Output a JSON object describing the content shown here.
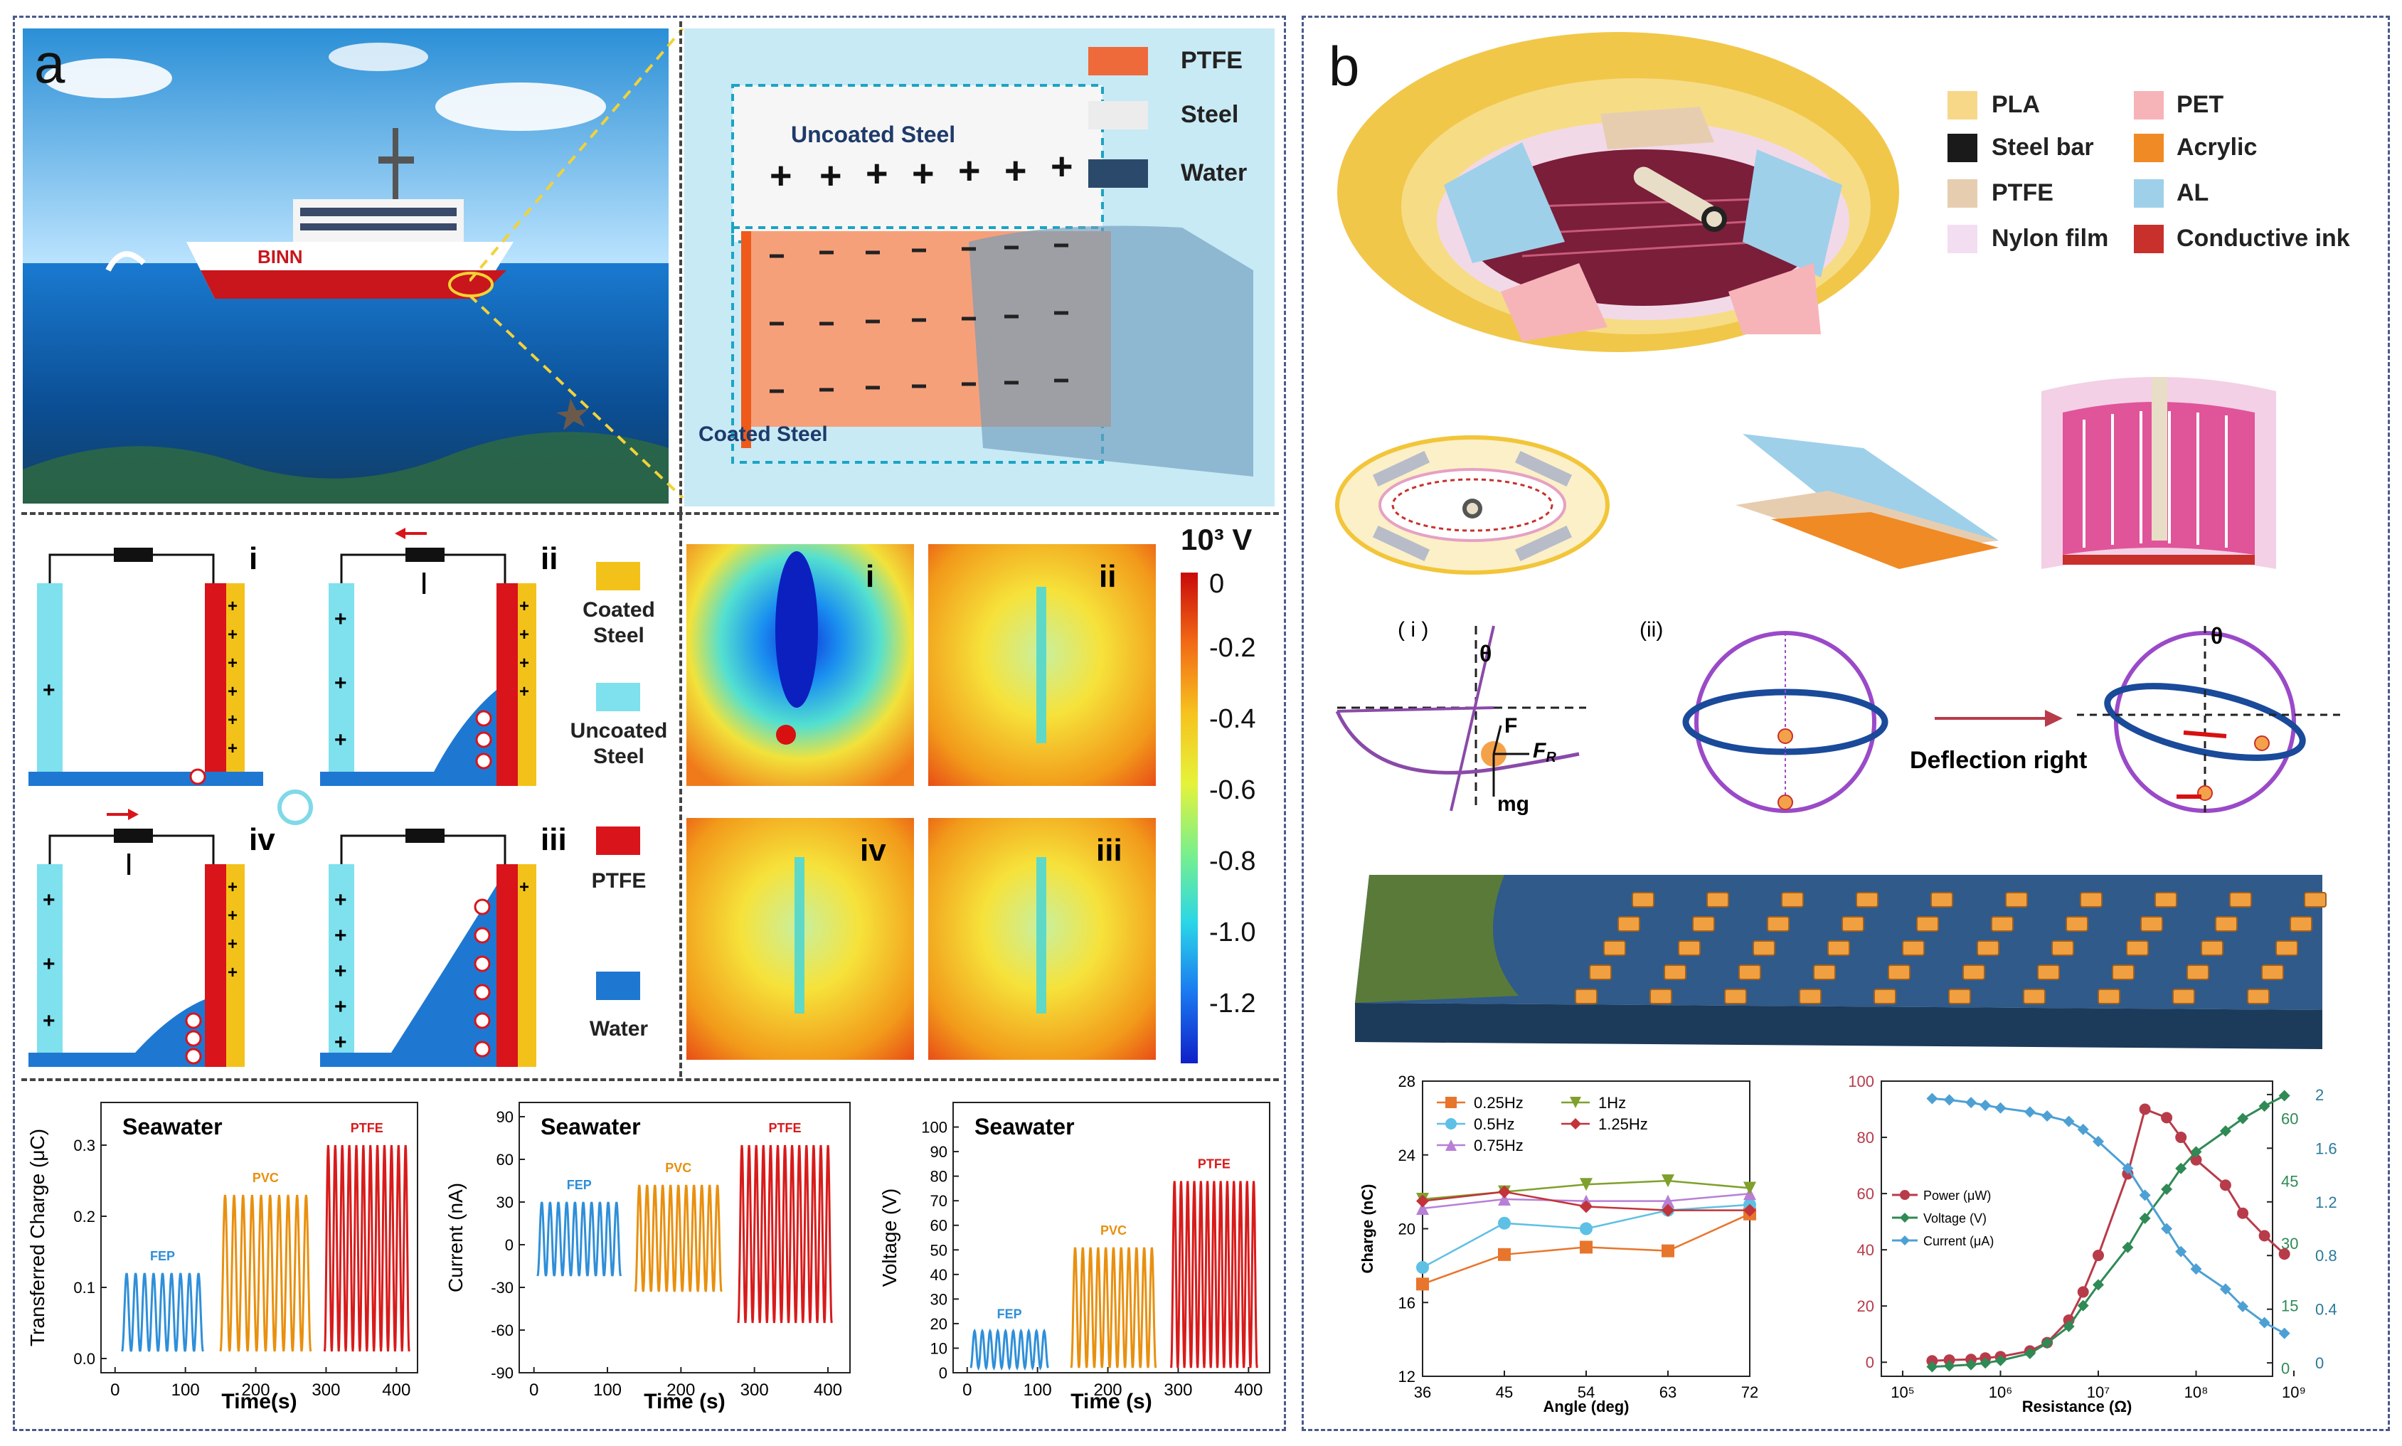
{
  "panel_a": {
    "label": "a",
    "ship_name": "BINN",
    "schematic": {
      "uncoated_label": "Uncoated Steel",
      "coated_label": "Coated Steel",
      "legend": [
        {
          "name": "PTFE",
          "color": "#ef6a3a"
        },
        {
          "name": "Steel",
          "color": "#ececec"
        },
        {
          "name": "Water",
          "color": "#2b4a6b"
        }
      ]
    },
    "cycle": {
      "stages": [
        "i",
        "ii",
        "iv",
        "iii"
      ],
      "current_label": "I",
      "legend": [
        {
          "name": "Coated Steel",
          "color": "#f3c21a"
        },
        {
          "name": "Uncoated Steel",
          "color": "#7fe0ee"
        },
        {
          "name": "PTFE",
          "color": "#d9141b"
        },
        {
          "name": "Water",
          "color": "#1e78d2"
        }
      ]
    },
    "potential_maps": {
      "stages": [
        "i",
        "ii",
        "iv",
        "iii"
      ],
      "colorbar_title": "10³ V",
      "colorbar_ticks": [
        "0",
        "-0.2",
        "-0.4",
        "-0.6",
        "-0.8",
        "-1.0",
        "-1.2"
      ]
    },
    "label_seawater": "Seawater"
  },
  "panel_b": {
    "label": "b",
    "legend": [
      {
        "name": "PLA",
        "color": "#f7d889"
      },
      {
        "name": "PET",
        "color": "#f6b4b9"
      },
      {
        "name": "Steel bar",
        "color": "#1a1a1a"
      },
      {
        "name": "Acrylic",
        "color": "#f08a24"
      },
      {
        "name": "PTFE",
        "color": "#e7cdb0"
      },
      {
        "name": "AL",
        "color": "#9fd0ea"
      },
      {
        "name": "Nylon film",
        "color": "#f3def1"
      },
      {
        "name": "Conductive ink",
        "color": "#c8302c"
      }
    ],
    "pendulum": {
      "label_i": "( i )",
      "label_ii": "(ii)",
      "theta": "θ",
      "force_f": "F",
      "force_fr": "F",
      "force_fr_sub": "R",
      "force_mg": "mg",
      "deflection": "Deflection right"
    }
  },
  "chart_data": [
    {
      "type": "line",
      "title": "",
      "annotation": "Seawater",
      "xlabel": "Time(s)",
      "ylabel": "Transferred Charge (μC)",
      "xlim": [
        -20,
        430
      ],
      "ylim": [
        -0.02,
        0.36
      ],
      "xticks": [
        "0",
        "100",
        "200",
        "300",
        "400"
      ],
      "yticks": [
        "0.0",
        "0.1",
        "0.2",
        "0.3"
      ],
      "series": [
        {
          "name": "FEP",
          "color": "#2f8fd8",
          "x_start": 10,
          "x_end": 125,
          "min": 0.01,
          "max": 0.12,
          "cycles": 9
        },
        {
          "name": "PVC",
          "color": "#e8900f",
          "x_start": 150,
          "x_end": 278,
          "min": 0.01,
          "max": 0.23,
          "cycles": 10
        },
        {
          "name": "PTFE",
          "color": "#d81b1b",
          "x_start": 298,
          "x_end": 418,
          "min": 0.01,
          "max": 0.3,
          "cycles": 12
        }
      ]
    },
    {
      "type": "line",
      "title": "",
      "annotation": "Seawater",
      "xlabel": "Time (s)",
      "ylabel": "Current (nA)",
      "xlim": [
        -20,
        430
      ],
      "ylim": [
        -90,
        100
      ],
      "xticks": [
        "0",
        "100",
        "200",
        "300",
        "400"
      ],
      "yticks": [
        "-90",
        "-60",
        "-30",
        "0",
        "30",
        "60",
        "90"
      ],
      "series": [
        {
          "name": "FEP",
          "color": "#2f8fd8",
          "x_start": 5,
          "x_end": 118,
          "min": -22,
          "max": 30,
          "cycles": 10
        },
        {
          "name": "PVC",
          "color": "#e8900f",
          "x_start": 138,
          "x_end": 255,
          "min": -33,
          "max": 42,
          "cycles": 11
        },
        {
          "name": "PTFE",
          "color": "#d81b1b",
          "x_start": 278,
          "x_end": 405,
          "min": -55,
          "max": 70,
          "cycles": 13
        }
      ]
    },
    {
      "type": "line",
      "title": "",
      "annotation": "Seawater",
      "xlabel": "Time (s)",
      "ylabel": "Voltage (V)",
      "xlim": [
        -20,
        430
      ],
      "ylim": [
        0,
        110
      ],
      "xticks": [
        "0",
        "100",
        "200",
        "300",
        "400"
      ],
      "yticks": [
        "0",
        "10",
        "20",
        "30",
        "40",
        "50",
        "60",
        "70",
        "80",
        "90",
        "100"
      ],
      "series": [
        {
          "name": "FEP",
          "color": "#2f8fd8",
          "x_start": 5,
          "x_end": 115,
          "min": 2,
          "max": 17,
          "cycles": 10
        },
        {
          "name": "PVC",
          "color": "#e8900f",
          "x_start": 148,
          "x_end": 268,
          "min": 2,
          "max": 51,
          "cycles": 11
        },
        {
          "name": "PTFE",
          "color": "#d81b1b",
          "x_start": 290,
          "x_end": 412,
          "min": 2,
          "max": 78,
          "cycles": 13
        }
      ]
    },
    {
      "type": "line",
      "title": "",
      "xlabel": "Angle (deg)",
      "ylabel": "Charge (nC)",
      "x": [
        36,
        45,
        54,
        63,
        72
      ],
      "xlim": [
        36,
        72
      ],
      "ylim": [
        12,
        28
      ],
      "yticks": [
        "12",
        "16",
        "20",
        "24",
        "28"
      ],
      "legend_placement": "top-left",
      "series": [
        {
          "name": "0.25Hz",
          "color": "#e8752c",
          "marker": "square",
          "values": [
            17.0,
            18.6,
            19.0,
            18.8,
            20.8
          ]
        },
        {
          "name": "0.5Hz",
          "color": "#5ec0e4",
          "marker": "circle",
          "values": [
            17.9,
            20.3,
            20.0,
            21.0,
            21.3
          ]
        },
        {
          "name": "0.75Hz",
          "color": "#b77fd6",
          "marker": "triangle-up",
          "values": [
            21.1,
            21.6,
            21.5,
            21.5,
            21.9
          ]
        },
        {
          "name": "1Hz",
          "color": "#7fa02c",
          "marker": "triangle-down",
          "values": [
            21.6,
            22.0,
            22.4,
            22.6,
            22.2
          ]
        },
        {
          "name": "1.25Hz",
          "color": "#c2333a",
          "marker": "diamond",
          "values": [
            21.5,
            22.0,
            21.2,
            21.0,
            21.0
          ]
        }
      ]
    },
    {
      "type": "line",
      "title": "",
      "xlabel": "Resistance (Ω)",
      "ylabel": "",
      "x_scale": "log",
      "xlim": [
        100000,
        1000000000
      ],
      "xticks": [
        "10⁵",
        "10⁶",
        "10⁷",
        "10⁸",
        "10⁹"
      ],
      "ylim": [
        -5,
        100
      ],
      "yticks": [
        "0",
        "20",
        "40",
        "60",
        "80",
        "100"
      ],
      "y2lim": [
        -0.1,
        2.1
      ],
      "y2ticks": [
        "0",
        "0.4",
        "0.8",
        "1.2",
        "1.6",
        "2"
      ],
      "y2ticks_secondary": [
        "0",
        "15",
        "30",
        "45",
        "60"
      ],
      "legend_placement": "left",
      "x": [
        200000,
        300000,
        500000,
        700000,
        1000000,
        2000000,
        3000000,
        5000000,
        7000000,
        10000000,
        20000000,
        30000000,
        50000000,
        70000000,
        100000000,
        200000000,
        300000000,
        500000000,
        800000000
      ],
      "series": [
        {
          "name": "Power (μW)",
          "color": "#b83b4a",
          "marker": "circle",
          "axis": "left",
          "values": [
            0.5,
            0.8,
            1.0,
            1.5,
            2.0,
            4.0,
            7.0,
            15.0,
            25.0,
            38.0,
            67.0,
            90.0,
            87.0,
            80.0,
            72.0,
            63.0,
            53.0,
            45.0,
            38.5
          ]
        },
        {
          "name": "Voltage (V)",
          "color": "#2f8a55",
          "marker": "diamond",
          "axis": "right-outer",
          "values": [
            0.3,
            0.5,
            0.8,
            1.2,
            1.8,
            3.5,
            6.0,
            10.0,
            15.0,
            20.0,
            29.0,
            36.0,
            43.0,
            48.0,
            52.0,
            57.0,
            60.0,
            63.0,
            65.5
          ]
        },
        {
          "name": "Current (μA)",
          "color": "#4da0d4",
          "marker": "diamond",
          "axis": "right-inner",
          "values": [
            1.97,
            1.96,
            1.94,
            1.92,
            1.9,
            1.87,
            1.84,
            1.8,
            1.74,
            1.65,
            1.45,
            1.25,
            1.0,
            0.83,
            0.7,
            0.55,
            0.42,
            0.3,
            0.22
          ]
        }
      ]
    }
  ]
}
